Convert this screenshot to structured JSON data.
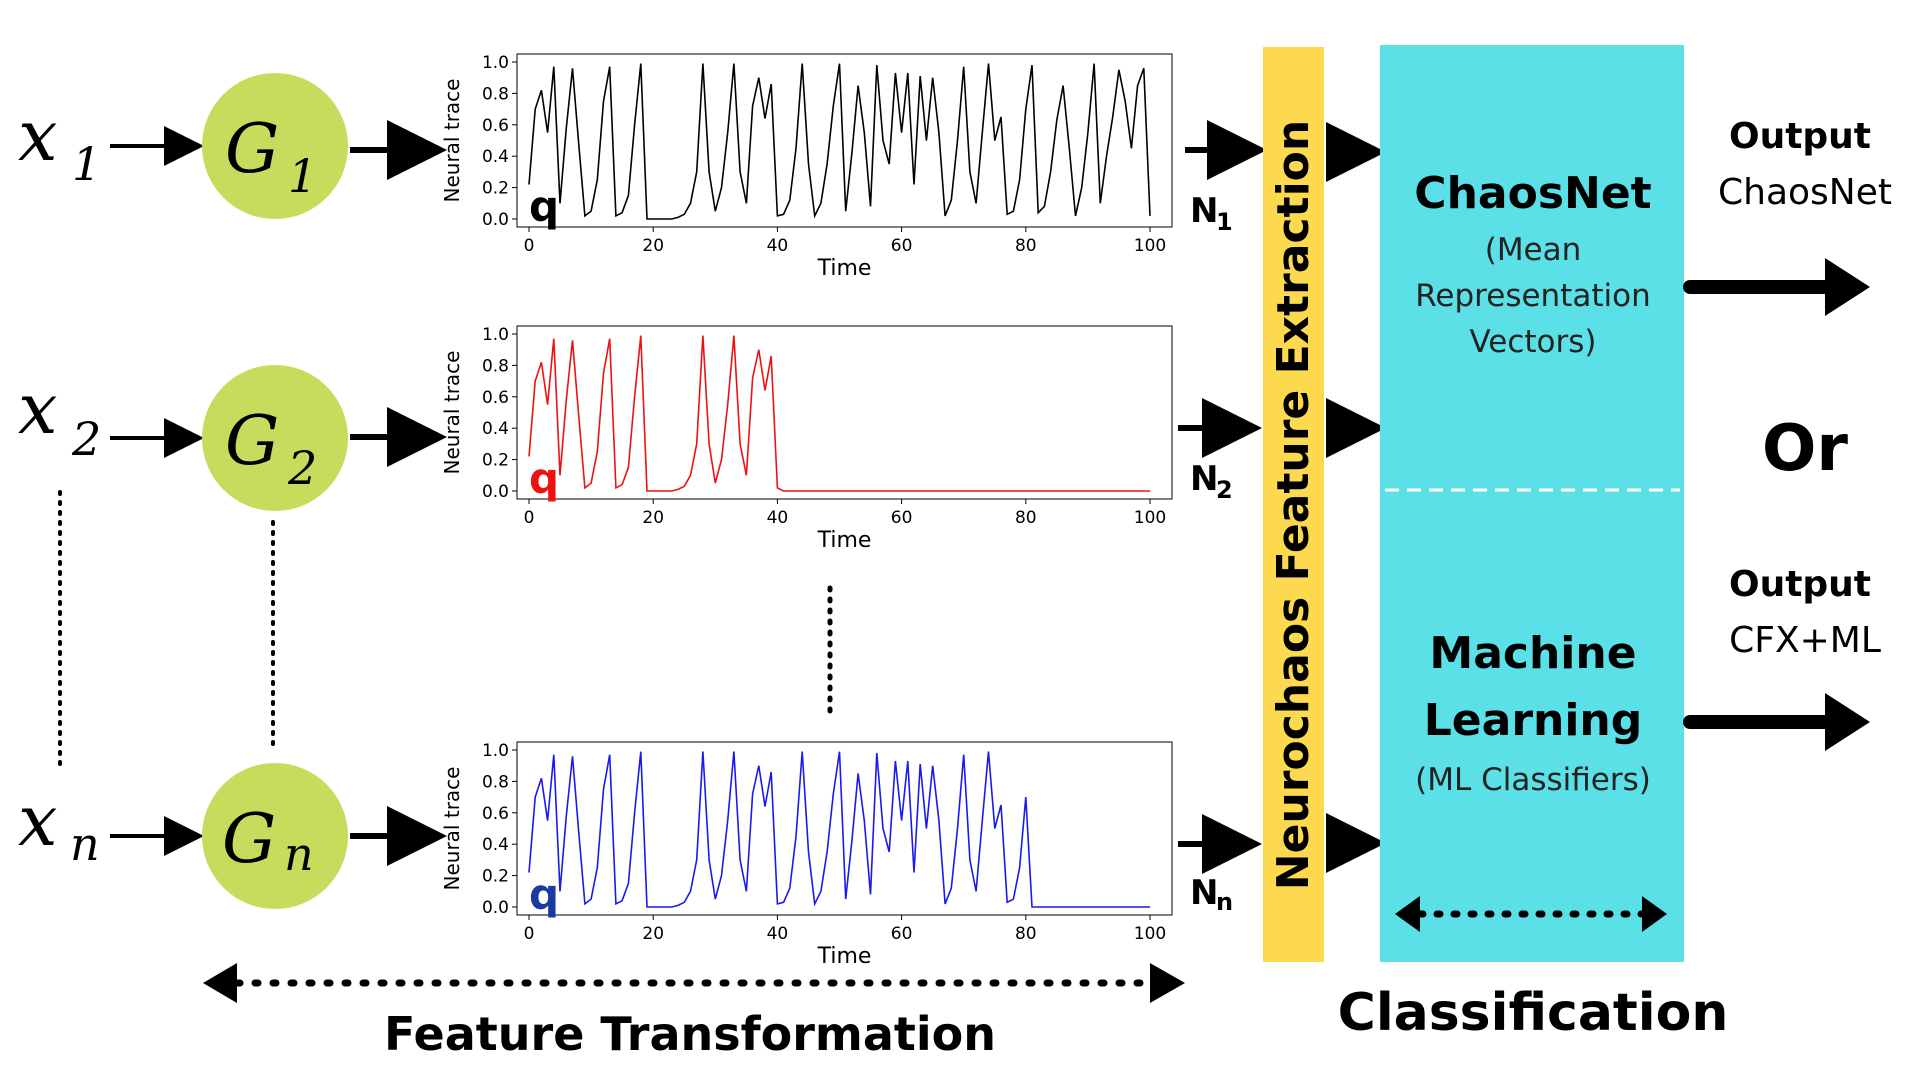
{
  "inputs": [
    {
      "var": "x",
      "sub": "1",
      "node_letter": "G",
      "node_sub": "1"
    },
    {
      "var": "x",
      "sub": "2",
      "node_letter": "G",
      "node_sub": "2"
    },
    {
      "var": "x",
      "sub": "n",
      "node_letter": "G",
      "node_sub": "n"
    }
  ],
  "neurons": [
    {
      "letter": "N",
      "sub": "1"
    },
    {
      "letter": "N",
      "sub": "2"
    },
    {
      "letter": "N",
      "sub": "n"
    }
  ],
  "chart_data": [
    {
      "type": "line",
      "xlabel": "Time",
      "ylabel": "Neural trace",
      "xlim": [
        0,
        100
      ],
      "ylim": [
        0,
        1.0
      ],
      "xticks": [
        "0",
        "20",
        "40",
        "60",
        "80",
        "100"
      ],
      "yticks": [
        "0.0",
        "0.2",
        "0.4",
        "0.6",
        "0.8",
        "1.0"
      ],
      "marker_label": "q",
      "color": "#000000",
      "cutoff": 100
    },
    {
      "type": "line",
      "xlabel": "Time",
      "ylabel": "Neural trace",
      "xlim": [
        0,
        100
      ],
      "ylim": [
        0,
        1.0
      ],
      "xticks": [
        "0",
        "20",
        "40",
        "60",
        "80",
        "100"
      ],
      "yticks": [
        "0.0",
        "0.2",
        "0.4",
        "0.6",
        "0.8",
        "1.0"
      ],
      "marker_label": "q",
      "color": "#ee1111",
      "cutoff": 40
    },
    {
      "type": "line",
      "xlabel": "Time",
      "ylabel": "Neural trace",
      "xlim": [
        0,
        100
      ],
      "ylim": [
        0,
        1.0
      ],
      "xticks": [
        "0",
        "20",
        "40",
        "60",
        "80",
        "100"
      ],
      "yticks": [
        "0.0",
        "0.2",
        "0.4",
        "0.6",
        "0.8",
        "1.0"
      ],
      "marker_label": "q",
      "color": "#1a1aee",
      "cutoff": 80
    }
  ],
  "trace_values": [
    0.22,
    0.7,
    0.82,
    0.55,
    0.97,
    0.1,
    0.58,
    0.96,
    0.48,
    0.02,
    0.05,
    0.25,
    0.75,
    0.97,
    0.02,
    0.04,
    0.15,
    0.6,
    0.99,
    0.0,
    0.0,
    0.0,
    0.0,
    0.0,
    0.01,
    0.03,
    0.1,
    0.3,
    0.99,
    0.3,
    0.05,
    0.2,
    0.55,
    0.99,
    0.3,
    0.1,
    0.72,
    0.9,
    0.64,
    0.86,
    0.02,
    0.03,
    0.12,
    0.45,
    0.99,
    0.35,
    0.02,
    0.1,
    0.35,
    0.72,
    0.99,
    0.05,
    0.42,
    0.85,
    0.55,
    0.08,
    0.98,
    0.5,
    0.35,
    0.93,
    0.55,
    0.93,
    0.22,
    0.91,
    0.5,
    0.9,
    0.55,
    0.02,
    0.12,
    0.5,
    0.97,
    0.3,
    0.1,
    0.55,
    0.99,
    0.5,
    0.65,
    0.03,
    0.05,
    0.25,
    0.7,
    0.98,
    0.04,
    0.08,
    0.3,
    0.63,
    0.85,
    0.45,
    0.02,
    0.2,
    0.55,
    0.99,
    0.1,
    0.4,
    0.65,
    0.95,
    0.75,
    0.45,
    0.85,
    0.96,
    0.02
  ],
  "extraction_label": "Neurochaos Feature Extraction",
  "chaosnet": {
    "title": "ChaosNet",
    "sub1": "(Mean",
    "sub2": "Representation",
    "sub3": "Vectors)"
  },
  "ml": {
    "title1": "Machine",
    "title2": "Learning",
    "sub": "(ML Classifiers)"
  },
  "outputs": {
    "top_title": "Output",
    "top_value": "ChaosNet",
    "or_label": "Or",
    "bottom_title": "Output",
    "bottom_value": "CFX+ML"
  },
  "footer": {
    "feature_transformation": "Feature Transformation",
    "classification": "Classification"
  },
  "colors": {
    "node_fill": "#c5dc5c",
    "extraction_fill": "#fdd94f",
    "classifier_fill": "#5ae0e6"
  }
}
